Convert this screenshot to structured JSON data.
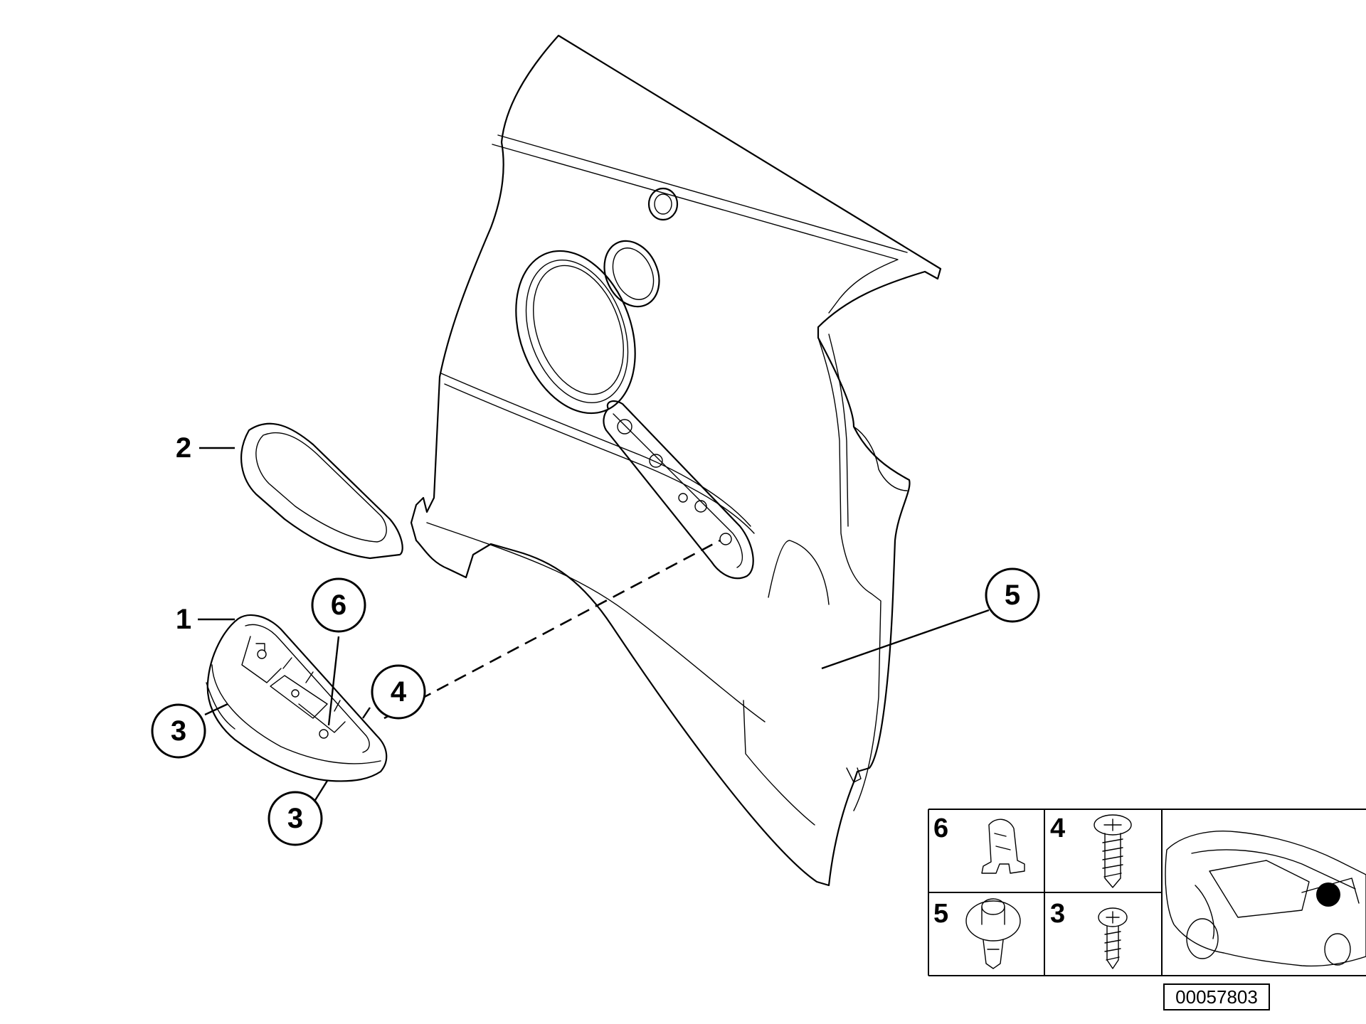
{
  "callouts": {
    "part_1": "1",
    "part_2": "2",
    "part_3_upper": "3",
    "part_3_lower": "3",
    "part_4": "4",
    "part_5": "5",
    "part_6": "6"
  },
  "legend": {
    "cell_6": "6",
    "cell_4": "4",
    "cell_5": "5",
    "cell_3": "3"
  },
  "doc_number": "00057803",
  "colors": {
    "line": "#000000",
    "background": "#ffffff",
    "highlight_dot": "#000000"
  },
  "icons": [
    "plastic-clip-icon",
    "screw-icon",
    "expanding-rivet-icon",
    "self-tapping-screw-icon",
    "car-silhouette-icon"
  ]
}
